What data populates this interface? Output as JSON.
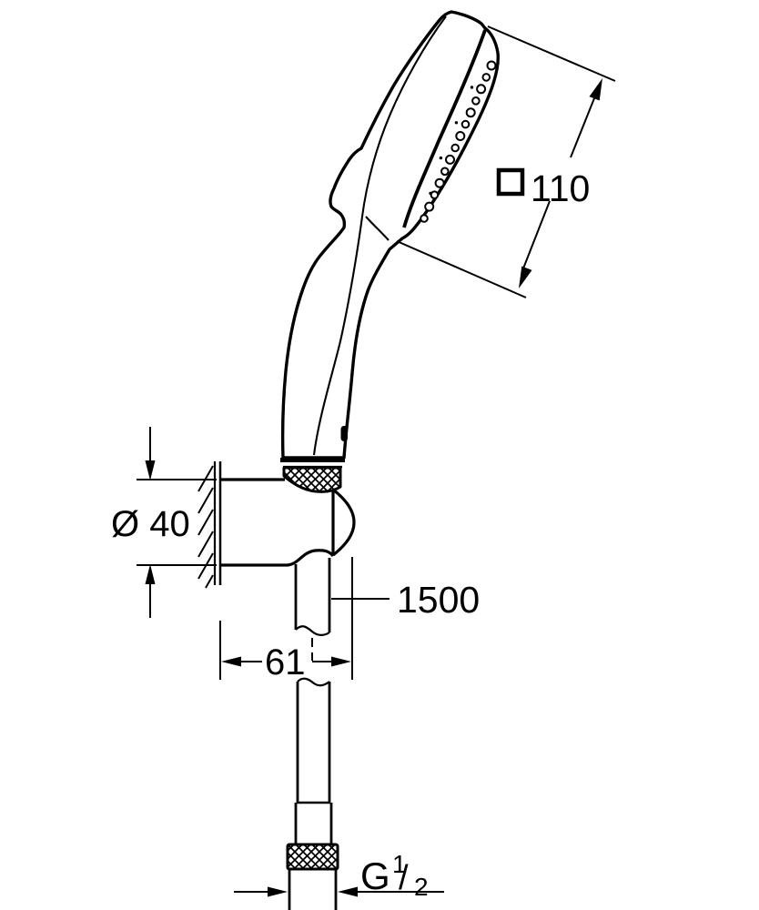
{
  "dimensions": {
    "head_size": {
      "label": "110",
      "symbol": "square"
    },
    "holder_diameter": {
      "label": "Ø 40"
    },
    "hose_length": {
      "label": "1500"
    },
    "holder_depth": {
      "label": "61"
    },
    "thread": {
      "prefix": "G",
      "numerator": "1",
      "separator": "/",
      "denominator": "2"
    }
  },
  "colors": {
    "line": "#000000",
    "background": "#ffffff"
  }
}
